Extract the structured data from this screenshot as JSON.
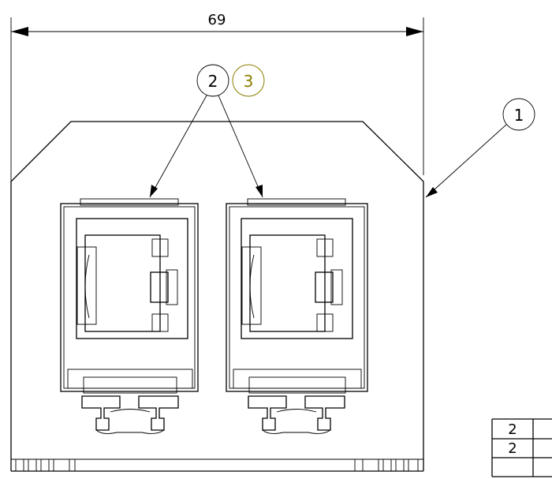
{
  "drawing": {
    "dimension_width": "69",
    "balloons": [
      {
        "label": "2",
        "color": "#000000"
      },
      {
        "label": "3",
        "color": "#8a7d00"
      },
      {
        "label": "1",
        "color": "#000000"
      }
    ],
    "parts_table": {
      "rows": [
        {
          "qty": "2"
        },
        {
          "qty": "2"
        }
      ]
    }
  }
}
